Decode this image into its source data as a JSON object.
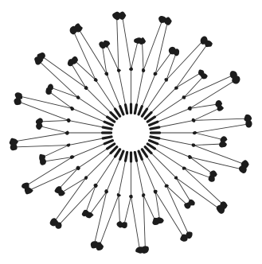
{
  "figure": {
    "kind": "radial branching tree",
    "spoke_count": 32,
    "branches_per_spoke": 2,
    "petals_per_spoke": 1,
    "colors": {
      "background": "#ffffff",
      "ink": "#1c1c1c",
      "line": "#3a3a3a"
    }
  }
}
